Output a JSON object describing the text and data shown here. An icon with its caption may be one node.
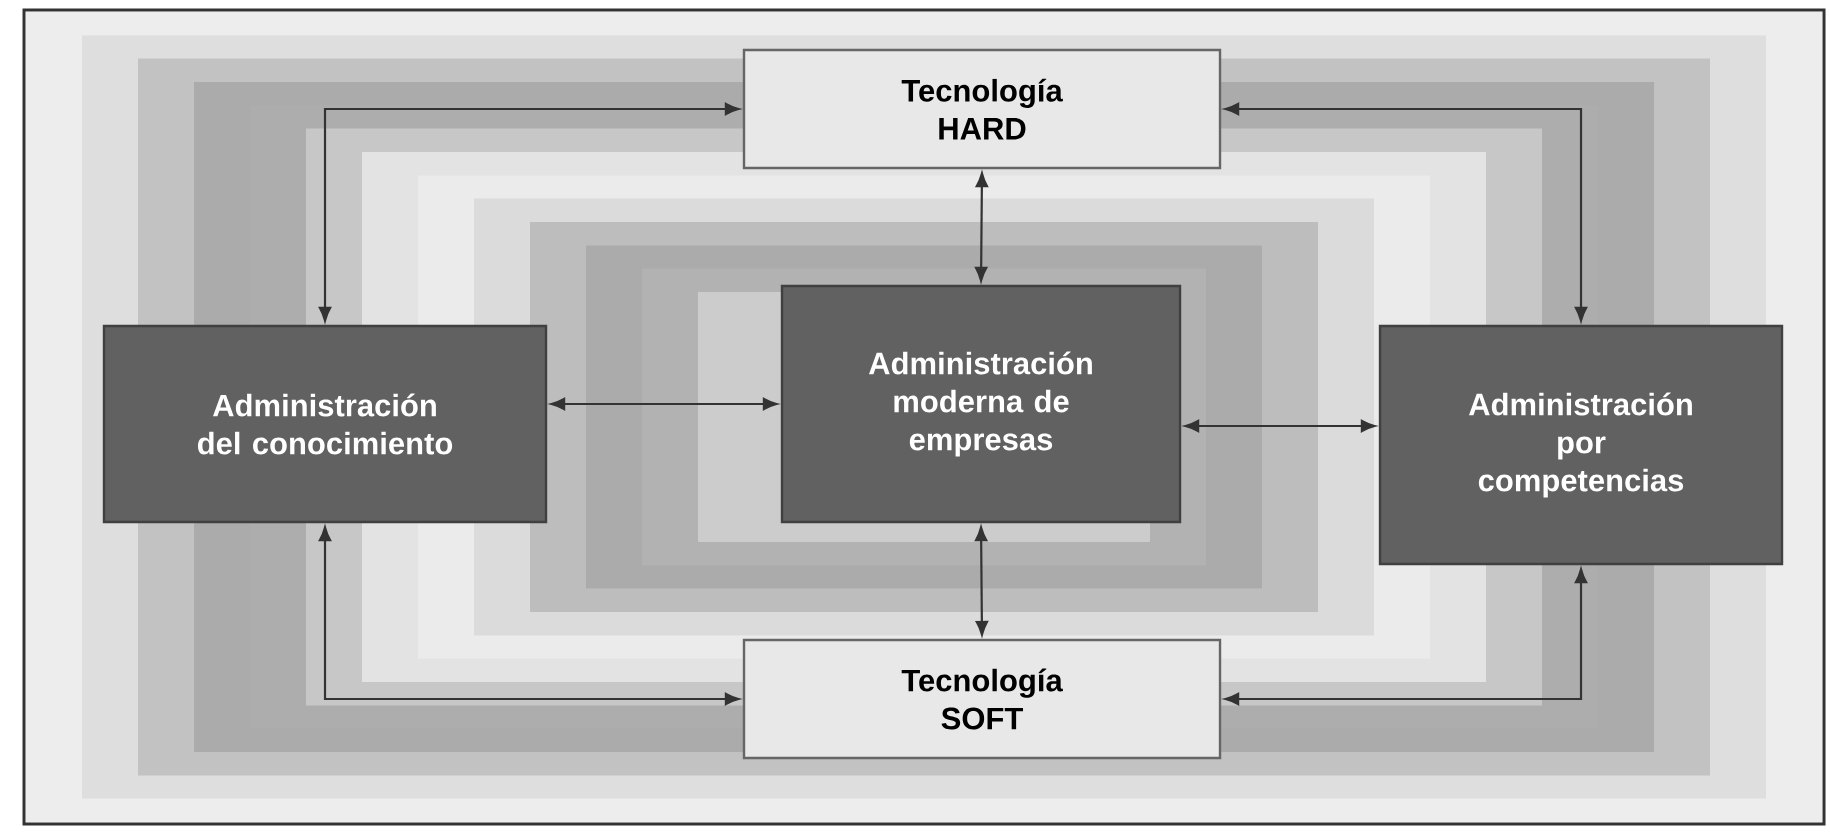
{
  "diagram": {
    "nodes": [
      {
        "text": [
          "Tecnología HARD"
        ]
      },
      {
        "text": [
          "Administración del conocimiento"
        ]
      },
      {
        "text": [
          "Administración moderna de empresas"
        ]
      },
      {
        "text": [
          "Administración por competencias"
        ]
      },
      {
        "text": [
          "Tecnología SOFT"
        ]
      }
    ],
    "edges": [
      {
        "from": 1,
        "to": 0,
        "arrow": "both"
      },
      {
        "from": 0,
        "to": 3,
        "arrow": "both"
      },
      {
        "from": 2,
        "to": 0,
        "arrow": "both"
      },
      {
        "from": 1,
        "to": 2,
        "arrow": "both"
      },
      {
        "from": 2,
        "to": 3,
        "arrow": "both"
      },
      {
        "from": 2,
        "to": 4,
        "arrow": "both"
      },
      {
        "from": 1,
        "to": 4,
        "arrow": "both"
      },
      {
        "from": 4,
        "to": 3,
        "arrow": "both"
      }
    ]
  }
}
